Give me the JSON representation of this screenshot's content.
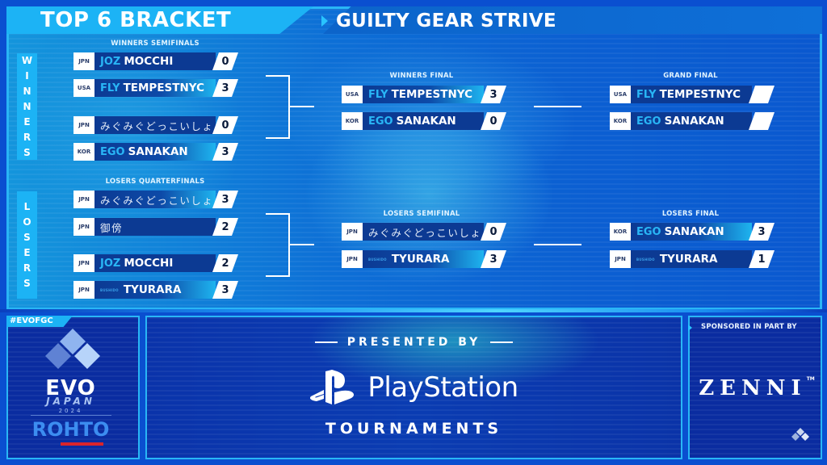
{
  "header": {
    "title": "TOP 6 BRACKET",
    "game": "GUILTY GEAR STRIVE"
  },
  "sections": {
    "winners_label": [
      "W",
      "I",
      "N",
      "N",
      "E",
      "R",
      "S"
    ],
    "losers_label": [
      "L",
      "O",
      "S",
      "E",
      "R",
      "S"
    ]
  },
  "rounds": {
    "winners_semifinals": {
      "label": "WINNERS SEMIFINALS",
      "matches": [
        [
          {
            "country": "JPN",
            "team": "JOZ",
            "name": "MOCCHI",
            "score": "0",
            "winner": false
          },
          {
            "country": "USA",
            "team": "FLY",
            "name": "TEMPESTNYC",
            "score": "3",
            "winner": true
          }
        ],
        [
          {
            "country": "JPN",
            "team": "",
            "name": "みぐみぐどっこいしょ",
            "score": "0",
            "winner": false
          },
          {
            "country": "KOR",
            "team": "EGO",
            "name": "SANAKAN",
            "score": "3",
            "winner": true
          }
        ]
      ]
    },
    "winners_final": {
      "label": "WINNERS FINAL",
      "players": [
        {
          "country": "USA",
          "team": "FLY",
          "name": "TEMPESTNYC",
          "score": "3",
          "winner": true
        },
        {
          "country": "KOR",
          "team": "EGO",
          "name": "SANAKAN",
          "score": "0",
          "winner": false
        }
      ]
    },
    "grand_final": {
      "label": "GRAND FINAL",
      "players": [
        {
          "country": "USA",
          "team": "FLY",
          "name": "TEMPESTNYC",
          "score": "",
          "winner": false
        },
        {
          "country": "KOR",
          "team": "EGO",
          "name": "SANAKAN",
          "score": "",
          "winner": false
        }
      ]
    },
    "losers_quarterfinals": {
      "label": "LOSERS QUARTERFINALS",
      "matches": [
        [
          {
            "country": "JPN",
            "team": "",
            "name": "みぐみぐどっこいしょ",
            "score": "3",
            "winner": true
          },
          {
            "country": "JPN",
            "team": "",
            "name": "御傍",
            "score": "2",
            "winner": false
          }
        ],
        [
          {
            "country": "JPN",
            "team": "JOZ",
            "name": "MOCCHI",
            "score": "2",
            "winner": false
          },
          {
            "country": "JPN",
            "team": "BUSHIDO",
            "name": "TYURARA",
            "score": "3",
            "winner": true
          }
        ]
      ]
    },
    "losers_semifinal": {
      "label": "LOSERS SEMIFINAL",
      "players": [
        {
          "country": "JPN",
          "team": "",
          "name": "みぐみぐどっこいしょ",
          "score": "0",
          "winner": false
        },
        {
          "country": "JPN",
          "team": "BUSHIDO",
          "name": "TYURARA",
          "score": "3",
          "winner": true
        }
      ]
    },
    "losers_final": {
      "label": "LOSERS FINAL",
      "players": [
        {
          "country": "KOR",
          "team": "EGO",
          "name": "SANAKAN",
          "score": "3",
          "winner": true
        },
        {
          "country": "JPN",
          "team": "BUSHIDO",
          "name": "TYURARA",
          "score": "1",
          "winner": false
        }
      ]
    }
  },
  "footer": {
    "hashtag": "#EVOFGC",
    "evo": {
      "logo_text": "EVO",
      "sub": "JAPAN",
      "year": "2024",
      "sponsor": "ROHTO"
    },
    "presented_by": "PRESENTED BY",
    "playstation": "PlayStation",
    "tournaments": "TOURNAMENTS",
    "sponsored_label": "SPONSORED IN PART BY",
    "zenni": "ZENNI",
    "zenni_tm": "TM"
  },
  "colors": {
    "accent_cyan": "#1cb3f5",
    "bar_navy": "#0c3a93",
    "background_blue": "#0a4fd0",
    "team_tag": "#29b6f6",
    "rohto_red": "#d9242b"
  }
}
